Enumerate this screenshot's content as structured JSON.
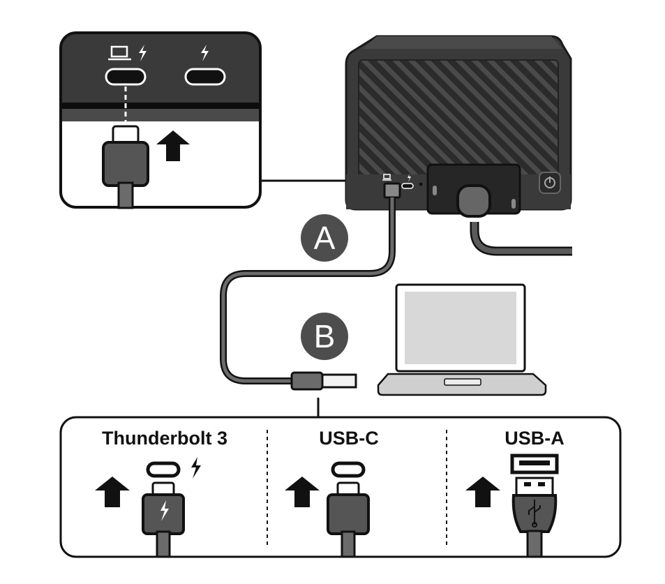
{
  "diagram": {
    "callouts": {
      "a": "A",
      "b": "B"
    },
    "connection_types": [
      {
        "label": "Thunderbolt 3",
        "port_icon": "usb-c-port-icon",
        "port_symbol_icon": "thunderbolt-icon",
        "connector_icon": "thunderbolt-usb-c-plug-icon"
      },
      {
        "label": "USB-C",
        "port_icon": "usb-c-port-icon",
        "connector_icon": "usb-c-plug-icon"
      },
      {
        "label": "USB-A",
        "port_icon": "usb-a-port-icon",
        "connector_icon": "usb-a-plug-icon"
      }
    ],
    "inset": {
      "port_icons": [
        "computer-icon",
        "thunderbolt-icon",
        "thunderbolt-icon"
      ],
      "direction_icon": "arrow-up-icon"
    },
    "colors": {
      "device_body": "#3a3a3a",
      "dark_panel": "#2c2c2c",
      "badge": "#4d4d4d",
      "cable": "#6b6b6b",
      "laptop_screen": "#d8d8d8",
      "outline": "#111111"
    }
  }
}
